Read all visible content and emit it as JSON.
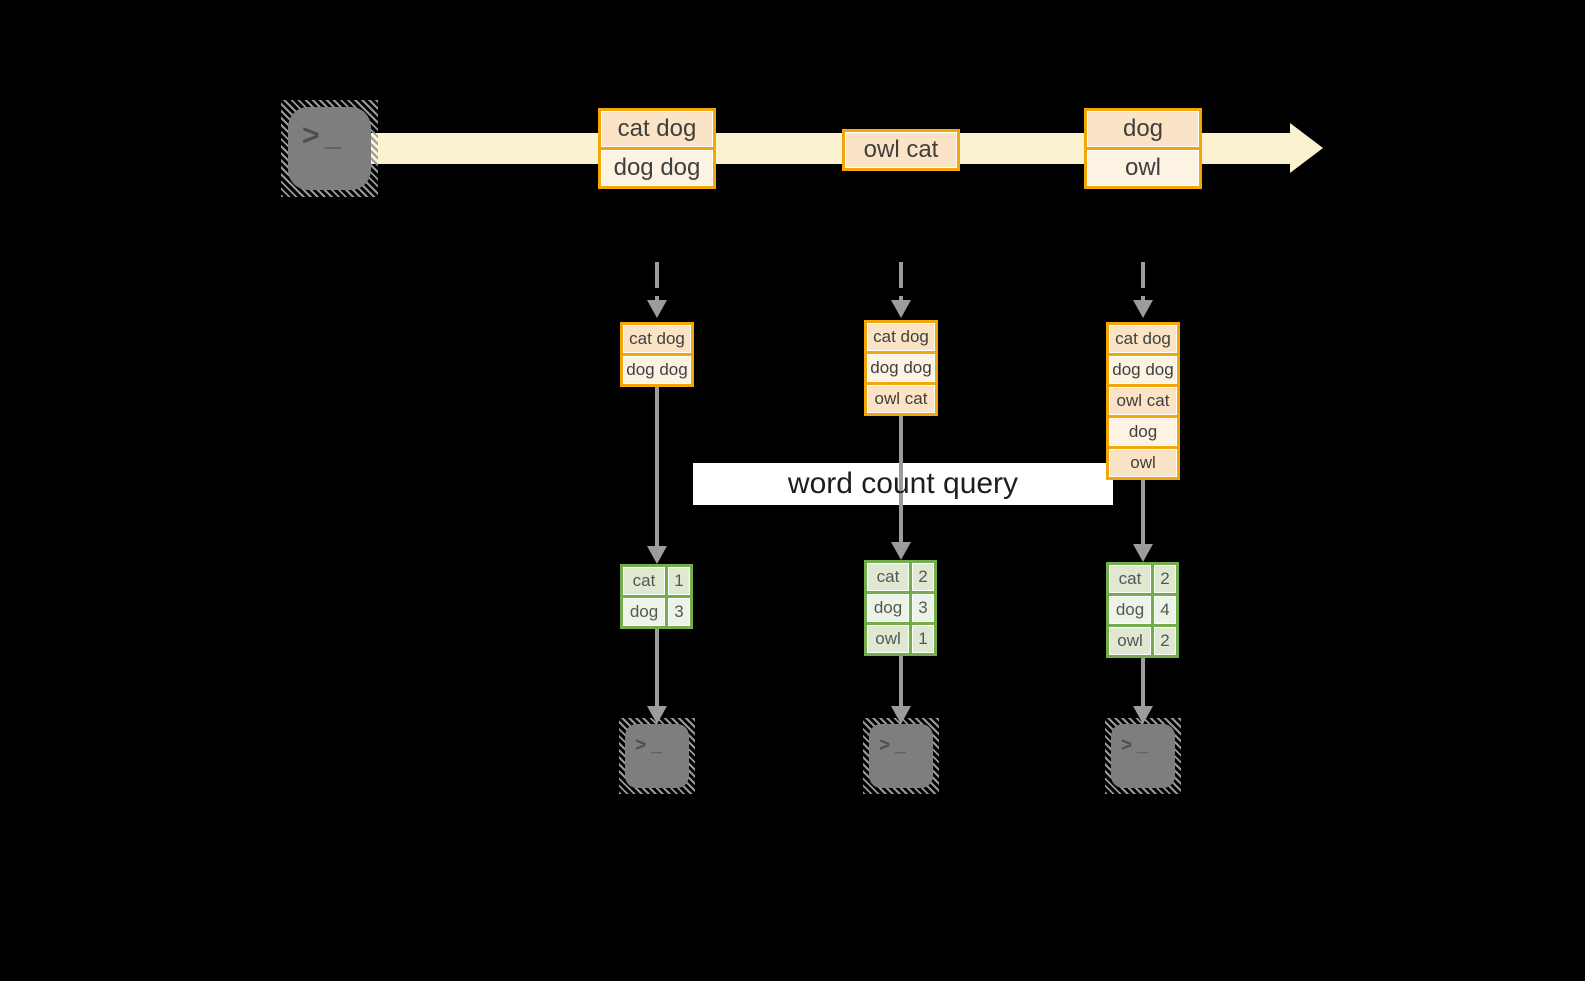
{
  "colors": {
    "background": "#000000",
    "stream_band": "#fbf2cf",
    "record_border_orange": "#f2a60a",
    "record_fill_peach": "#fbe3c6",
    "record_fill_cream": "#fdf3e3",
    "table_border_green": "#74ad4c",
    "table_fill_dark": "#dfe9d2",
    "table_fill_light": "#eef3e8",
    "arrow_gray": "#9c9c9c",
    "terminal_gray": "#7e7e7e",
    "query_box_bg": "#ffffff",
    "text_dark": "#3f3f3f"
  },
  "stream": {
    "events": [
      {
        "rows": [
          "cat dog",
          "dog dog"
        ]
      },
      {
        "rows": [
          "owl cat"
        ]
      },
      {
        "rows": [
          "dog",
          "owl"
        ]
      }
    ]
  },
  "states": [
    {
      "rows": [
        "cat dog",
        "dog dog"
      ]
    },
    {
      "rows": [
        "cat dog",
        "dog dog",
        "owl cat"
      ]
    },
    {
      "rows": [
        "cat dog",
        "dog dog",
        "owl cat",
        "dog",
        "owl"
      ]
    }
  ],
  "query": {
    "label": "word count query"
  },
  "tables": [
    {
      "rows": [
        {
          "word": "cat",
          "count": "1"
        },
        {
          "word": "dog",
          "count": "3"
        }
      ]
    },
    {
      "rows": [
        {
          "word": "cat",
          "count": "2"
        },
        {
          "word": "dog",
          "count": "3"
        },
        {
          "word": "owl",
          "count": "1"
        }
      ]
    },
    {
      "rows": [
        {
          "word": "cat",
          "count": "2"
        },
        {
          "word": "dog",
          "count": "4"
        },
        {
          "word": "owl",
          "count": "2"
        }
      ]
    }
  ],
  "icons": {
    "terminal_prompt_chevron": ">",
    "terminal_prompt_underscore": "_"
  }
}
